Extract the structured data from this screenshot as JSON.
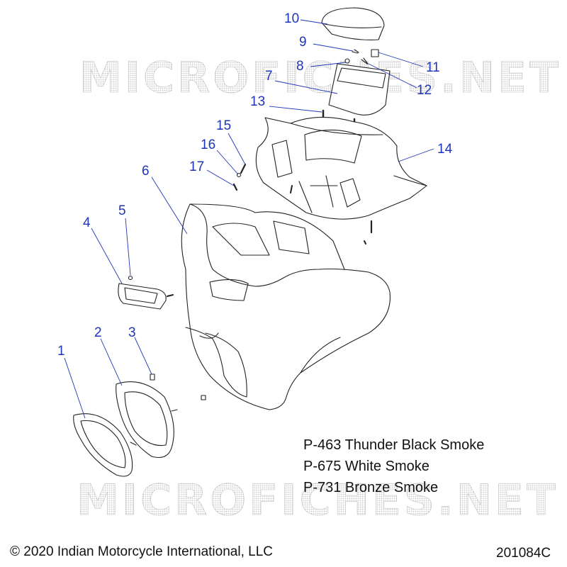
{
  "diagram": {
    "watermark": "MICROFICHES.NET",
    "callouts": [
      "1",
      "2",
      "3",
      "4",
      "5",
      "6",
      "7",
      "8",
      "9",
      "10",
      "11",
      "12",
      "13",
      "14",
      "15",
      "16",
      "17"
    ],
    "legend": [
      "P-463 Thunder Black Smoke",
      "P-675 White Smoke",
      "P-731 Bronze Smoke"
    ],
    "copyright": "© 2020 Indian Motorcycle International, LLC",
    "drawing_number": "201084C",
    "colors": {
      "callout": "#1f35b8",
      "line": "#222222",
      "watermark": "#d4d4d4"
    }
  }
}
